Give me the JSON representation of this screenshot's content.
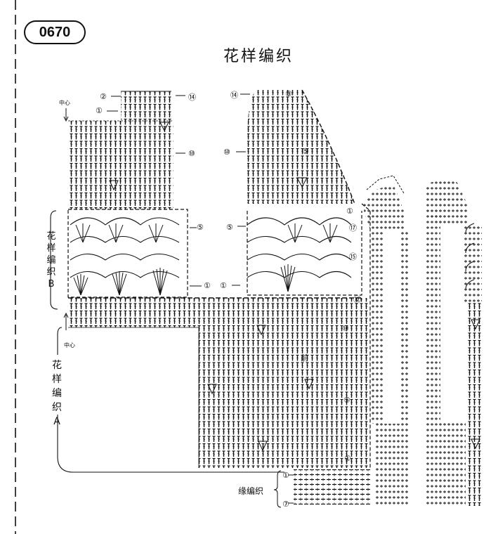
{
  "badge": "0670",
  "title": "花样编织",
  "pattern_b_label": "花样编织B",
  "pattern_a_label": "花样编织A",
  "center_top": "中心",
  "center_bottom": "中心",
  "front_label": "前",
  "edge_label": "缘编织",
  "rows": {
    "r2_left": "②",
    "r1_left": "①",
    "r14_left": "⑭",
    "r10_left": "⑩",
    "r5_left": "⑤",
    "r1_left_b": "①",
    "r14_right": "⑭",
    "r3_right": "③",
    "r10_right": "⑩",
    "r5_right": "⑤",
    "r5_right_b": "⑤",
    "r1_right_b": "①",
    "r1_mid": "①",
    "r17": "⑰",
    "r15": "⑮",
    "r12": "⑫",
    "r10_mid": "⑩",
    "r5_mid": "⑤",
    "r1_mid_bottom": "①",
    "r1_edge": "①",
    "r7_edge": "⑦"
  }
}
